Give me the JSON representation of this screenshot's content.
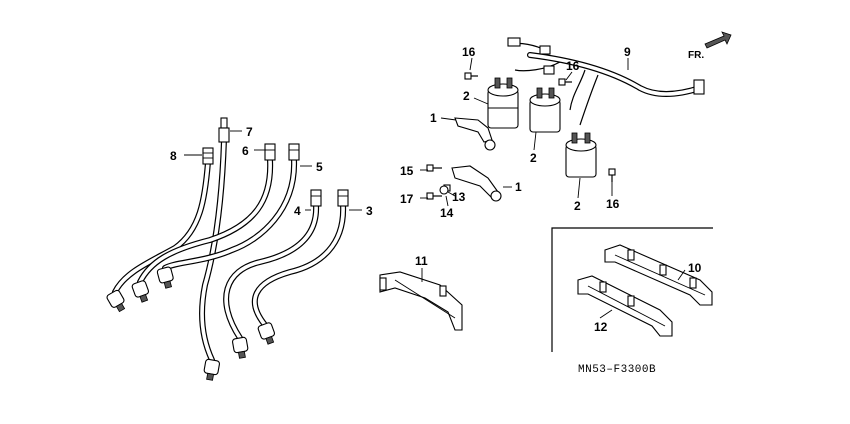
{
  "diagram_code": "MN53–F3300B",
  "front_indicator": "FR.",
  "callouts": {
    "c1a": "1",
    "c1b": "1",
    "c2a": "2",
    "c2b": "2",
    "c2c": "2",
    "c3": "3",
    "c4": "4",
    "c5": "5",
    "c6": "6",
    "c7": "7",
    "c8": "8",
    "c9": "9",
    "c10": "10",
    "c11": "11",
    "c12": "12",
    "c13": "13",
    "c14": "14",
    "c15": "15",
    "c16a": "16",
    "c16b": "16",
    "c16c": "16",
    "c17": "17"
  },
  "icons": [
    "arrow-front-icon"
  ]
}
